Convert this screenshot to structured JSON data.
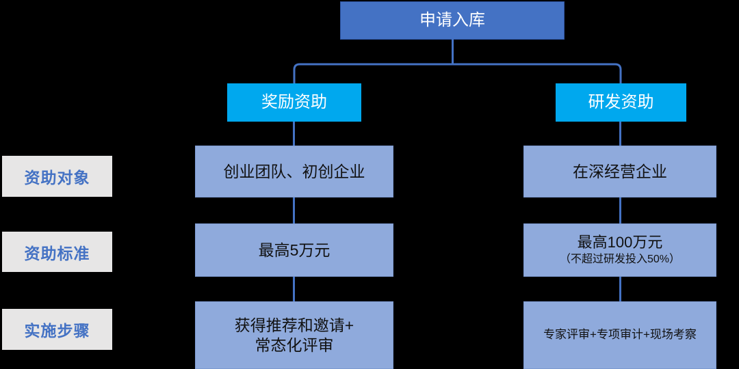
{
  "diagram": {
    "root": {
      "label": "申请入库"
    },
    "branches": [
      {
        "label": "奖励资助"
      },
      {
        "label": "研发资助"
      }
    ],
    "row_labels": [
      "资助对象",
      "资助标准",
      "实施步骤"
    ],
    "cells": {
      "left": [
        {
          "main": "创业团队、初创企业",
          "line2": "",
          "sub": ""
        },
        {
          "main": "最高5万元",
          "line2": "",
          "sub": ""
        },
        {
          "main": "获得推荐和邀请+",
          "line2": "常态化评审",
          "sub": ""
        }
      ],
      "right": [
        {
          "main": "在深经营企业",
          "line2": "",
          "sub": ""
        },
        {
          "main": "最高100万元",
          "line2": "",
          "sub": "（不超过研发投入50%）"
        },
        {
          "main": "专家评审+专项审计+现场考察",
          "line2": "",
          "sub": ""
        }
      ]
    },
    "colors": {
      "root_box": "#4472C4",
      "branch_box": "#00A8EE",
      "content_box": "#8FAADC",
      "row_label_bg": "#E7E6E6",
      "row_label_text": "#4472C4",
      "connector": "#4472C4",
      "background": "#000000"
    }
  }
}
